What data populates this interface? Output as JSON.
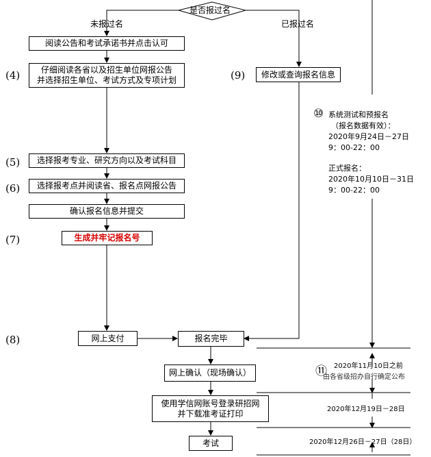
{
  "decision": {
    "label": "是否报过名",
    "no_label": "未报过名",
    "yes_label": "已报过名"
  },
  "steps": {
    "read_notice": "阅读公告和考试承诺书并点击认可",
    "read_provinces_l1": "仔细阅读各省以及招生单位网报公告",
    "read_provinces_l2": "并选择招生单位、考试方式及专项计划",
    "select_major": "选择报考专业、研究方向以及考试科目",
    "select_site": "选择报考点并阅读省、报名点网报公告",
    "confirm_submit": "确认报名信息并提交",
    "gen_number": "生成并牢记报名号",
    "pay_online": "网上支付",
    "done": "报名完毕",
    "modify": "修改或查询报名信息",
    "online_confirm": "网上确认（现场确认）",
    "print_l1": "使用学信网账号登录研招网",
    "print_l2": "并下载准考证打印",
    "exam": "考试"
  },
  "markers": {
    "m4": "(4)",
    "m5": "(5)",
    "m6": "(6)",
    "m7": "(7)",
    "m8": "(8)",
    "m9": "(9)",
    "m10": "⑩",
    "m11": "⑪"
  },
  "schedule": {
    "prereg_title": "系统测试和预报名",
    "prereg_note": "（报名数据有效）：",
    "prereg_date": "2020年9月24日－27日",
    "prereg_time": "9：00-22：00",
    "formal_title": "正式报名：",
    "formal_date": "2020年10月10日－31日",
    "formal_time": "9：00-22：00",
    "confirm_date": "2020年11月10日之前",
    "confirm_note": "由各省级招办自行确定公布",
    "print_date": "2020年12月19日－28日",
    "exam_date": "2020年12月26日－27日（28日）"
  }
}
